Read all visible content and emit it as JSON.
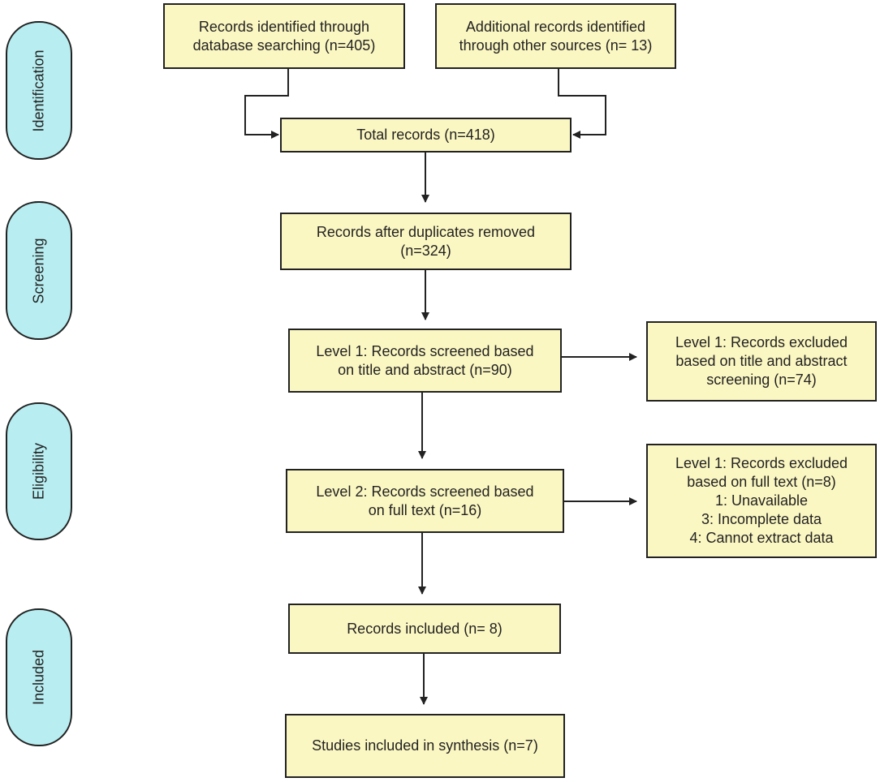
{
  "colors": {
    "box_fill": "#fbf7c2",
    "stage_fill": "#b8eef1",
    "stroke": "#222222"
  },
  "stages": [
    {
      "id": "identification",
      "label": "Identification"
    },
    {
      "id": "screening",
      "label": "Screening"
    },
    {
      "id": "eligibility",
      "label": "Eligibility"
    },
    {
      "id": "included",
      "label": "Included"
    }
  ],
  "nodes": [
    {
      "id": "database",
      "text": "Records identified through\ndatabase searching (n=405)"
    },
    {
      "id": "other",
      "text": "Additional records identified\nthrough other sources (n= 13)"
    },
    {
      "id": "total",
      "text": "Total records (n=418)"
    },
    {
      "id": "dedup",
      "text": "Records after duplicates removed\n(n=324)"
    },
    {
      "id": "level1",
      "text": "Level 1: Records screened based\non title and abstract (n=90)"
    },
    {
      "id": "excl1",
      "text": "Level 1: Records excluded\nbased on title and abstract\nscreening (n=74)"
    },
    {
      "id": "level2",
      "text": "Level 2: Records screened based\non full text  (n=16)"
    },
    {
      "id": "excl2",
      "text": "Level 1: Records excluded\nbased on full text (n=8)\n1: Unavailable\n3: Incomplete data\n4: Cannot extract data"
    },
    {
      "id": "included",
      "text": "Records included (n= 8)"
    },
    {
      "id": "synthesis",
      "text": "Studies included in synthesis (n=7)"
    }
  ],
  "edges": [
    {
      "from": "database",
      "to": "total"
    },
    {
      "from": "other",
      "to": "total"
    },
    {
      "from": "total",
      "to": "dedup"
    },
    {
      "from": "dedup",
      "to": "level1"
    },
    {
      "from": "level1",
      "to": "excl1"
    },
    {
      "from": "level1",
      "to": "level2"
    },
    {
      "from": "level2",
      "to": "excl2"
    },
    {
      "from": "level2",
      "to": "included"
    },
    {
      "from": "included",
      "to": "synthesis"
    }
  ]
}
